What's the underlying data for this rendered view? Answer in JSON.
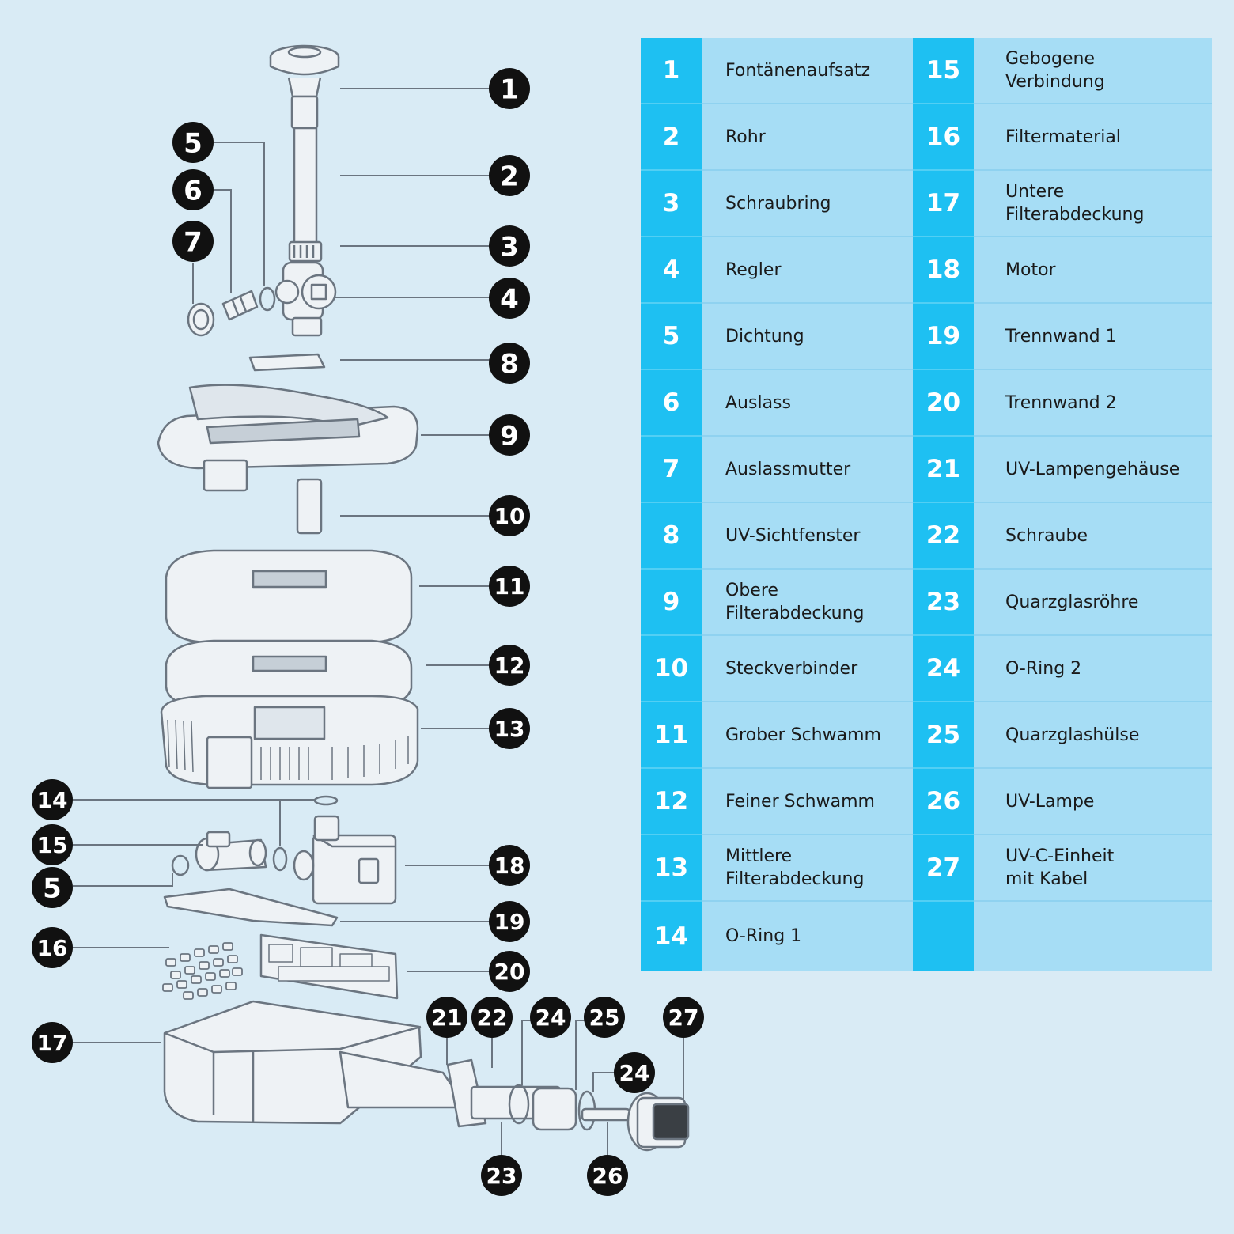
{
  "legend": [
    {
      "n": "1",
      "label": "Fontänenaufsatz"
    },
    {
      "n": "2",
      "label": "Rohr"
    },
    {
      "n": "3",
      "label": "Schraubring"
    },
    {
      "n": "4",
      "label": "Regler"
    },
    {
      "n": "5",
      "label": "Dichtung"
    },
    {
      "n": "6",
      "label": "Auslass"
    },
    {
      "n": "7",
      "label": "Auslassmutter"
    },
    {
      "n": "8",
      "label": "UV-Sichtfenster"
    },
    {
      "n": "9",
      "label": "Obere\nFilterabdeckung"
    },
    {
      "n": "10",
      "label": "Steckverbinder"
    },
    {
      "n": "11",
      "label": "Grober Schwamm"
    },
    {
      "n": "12",
      "label": "Feiner Schwamm"
    },
    {
      "n": "13",
      "label": "Mittlere\nFilterabdeckung"
    },
    {
      "n": "14",
      "label": "O-Ring 1"
    },
    {
      "n": "15",
      "label": "Gebogene\nVerbindung"
    },
    {
      "n": "16",
      "label": "Filtermaterial"
    },
    {
      "n": "17",
      "label": "Untere\nFilterabdeckung"
    },
    {
      "n": "18",
      "label": "Motor"
    },
    {
      "n": "19",
      "label": "Trennwand 1"
    },
    {
      "n": "20",
      "label": "Trennwand 2"
    },
    {
      "n": "21",
      "label": "UV-Lampengehäuse"
    },
    {
      "n": "22",
      "label": "Schraube"
    },
    {
      "n": "23",
      "label": "Quarzglasröhre"
    },
    {
      "n": "24",
      "label": "O-Ring 2"
    },
    {
      "n": "25",
      "label": "Quarzglashülse"
    },
    {
      "n": "26",
      "label": "UV-Lampe"
    },
    {
      "n": "27",
      "label": "UV-C-Einheit\nmit Kabel"
    }
  ],
  "callouts": [
    "1",
    "2",
    "3",
    "4",
    "5",
    "6",
    "7",
    "8",
    "9",
    "10",
    "11",
    "12",
    "13",
    "14",
    "15",
    "5",
    "16",
    "17",
    "18",
    "19",
    "20",
    "21",
    "22",
    "24",
    "25",
    "27",
    "24",
    "23",
    "26"
  ],
  "colors": {
    "background": "#d9ebf5",
    "number_cell": "#1ec0f2",
    "label_cell": "#a6ddf5",
    "badge": "#111111",
    "line_art": "#6b7580"
  }
}
